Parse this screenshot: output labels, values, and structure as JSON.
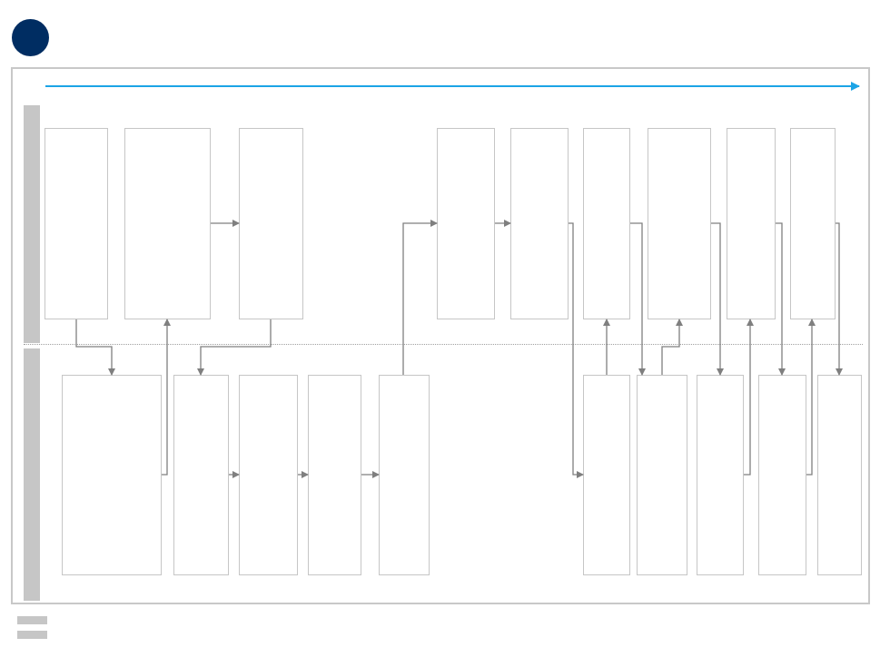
{
  "colors": {
    "brand_dot": "#002d62",
    "timeline_arrow": "#1ca4e6",
    "connector": "#7f7f7f",
    "box_border": "#c6c6c6",
    "lane_bar": "#c6c6c6",
    "frame_border": "#c8c8c8"
  },
  "lanes": [
    {
      "id": "lane-top"
    },
    {
      "id": "lane-bottom"
    }
  ],
  "legend": [
    {
      "id": "legend-item-1"
    },
    {
      "id": "legend-item-2"
    }
  ]
}
